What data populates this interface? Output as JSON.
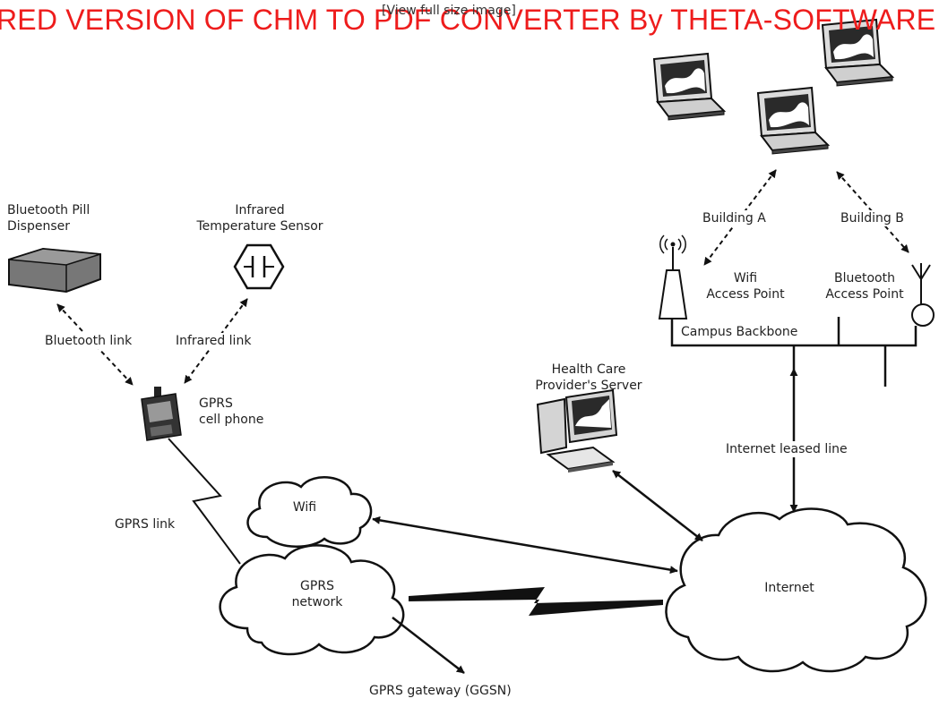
{
  "watermark": "RED VERSION OF CHM TO PDF CONVERTER By THETA-SOFTWARE",
  "view_link": "[View full size image]",
  "devices": {
    "pill_dispenser": "Bluetooth Pill\nDispenser",
    "temp_sensor": "Infrared\nTemperature Sensor",
    "cell_phone": "GPRS\ncell phone",
    "server": "Health Care\nProvider's Server",
    "wifi_ap": "Wifi\nAccess Point",
    "bt_ap": "Bluetooth\nAccess Point"
  },
  "clouds": {
    "wifi": "Wifi",
    "gprs": "GPRS\nnetwork",
    "internet": "Internet"
  },
  "links": {
    "bluetooth": "Bluetooth link",
    "infrared": "Infrared link",
    "gprs": "GPRS link",
    "internet_leased": "Internet leased line",
    "campus": "Campus Backbone",
    "building_a": "Building A",
    "building_b": "Building B",
    "gateway": "GPRS gateway (GGSN)"
  }
}
